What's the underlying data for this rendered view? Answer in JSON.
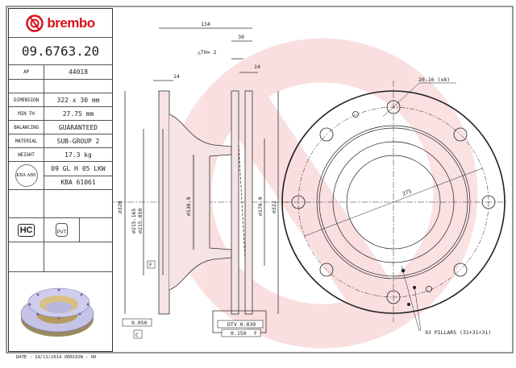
{
  "brand": {
    "name": "brembo",
    "color": "#d8141c"
  },
  "part_number": "09.6763.20",
  "specs": {
    "ap_label": "AP",
    "ap_value": "44018",
    "rows": [
      {
        "label": "DIMENSION",
        "value": "322 x 30 mm"
      },
      {
        "label": "MIN TH",
        "value": "27.75 mm"
      },
      {
        "label": "BALANCING",
        "value": "GUARANTEED"
      },
      {
        "label": "MATERIAL",
        "value": "SUB-GROUP 2"
      },
      {
        "label": "WEIGHT",
        "value": "17.3 kg"
      }
    ],
    "kba_badge": "KBA ABE",
    "kba_lines": [
      "09 GL H 05 LKW",
      "KBA 61061"
    ],
    "hc_badge": "HC",
    "pvt_badge": "PVT"
  },
  "footer": "DATE : 19/11/2014 VERSION : 00",
  "side_view": {
    "dims": {
      "overall_width": "134",
      "disc_thickness": "30",
      "th_delta": "△TH= 2",
      "flange_width": "14",
      "friction_width": "14",
      "d320": "⌀320",
      "d215a": "⌀215.165",
      "d215b": "⌀215.050",
      "d136": "⌀136.9",
      "d178": "⌀178.9",
      "d322": "⌀322"
    },
    "datum_f": "F",
    "datum_c": "C",
    "flatness": "0.050",
    "dtv": "DTV 0.030",
    "runout": "0.150",
    "runout_datum": "F"
  },
  "front_view": {
    "bolt_holes": "20.16 (x8)",
    "pcd": "275",
    "pillars": "93 PILLARS (31+31+31)"
  }
}
